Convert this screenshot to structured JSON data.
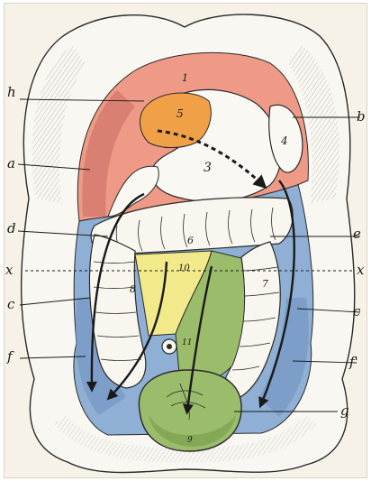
{
  "figure": {
    "letter_labels": {
      "a": "a",
      "b": "b",
      "c_left": "c",
      "c_right": "c",
      "d": "d",
      "e": "e",
      "f_left": "f",
      "f_right": "f'",
      "g": "g",
      "h": "h",
      "x_left": "x",
      "x_right": "x"
    },
    "region_numbers": {
      "n1": "1",
      "n3": "3",
      "n4": "4",
      "n5": "5",
      "n6": "6",
      "n7": "7",
      "n8": "8",
      "n9": "9",
      "n10": "10",
      "n11": "11"
    },
    "colors": {
      "paper": "#f6f2e8",
      "salmon": "#ef9a86",
      "pink_dark": "#c86b62",
      "orange": "#f0a148",
      "blue": "#8fb0d4",
      "blue_dark": "#6f92bf",
      "yellow": "#f1e98a",
      "green": "#9bbc6a",
      "green_dark": "#7aa14e",
      "ink": "#1a1a1a"
    }
  }
}
